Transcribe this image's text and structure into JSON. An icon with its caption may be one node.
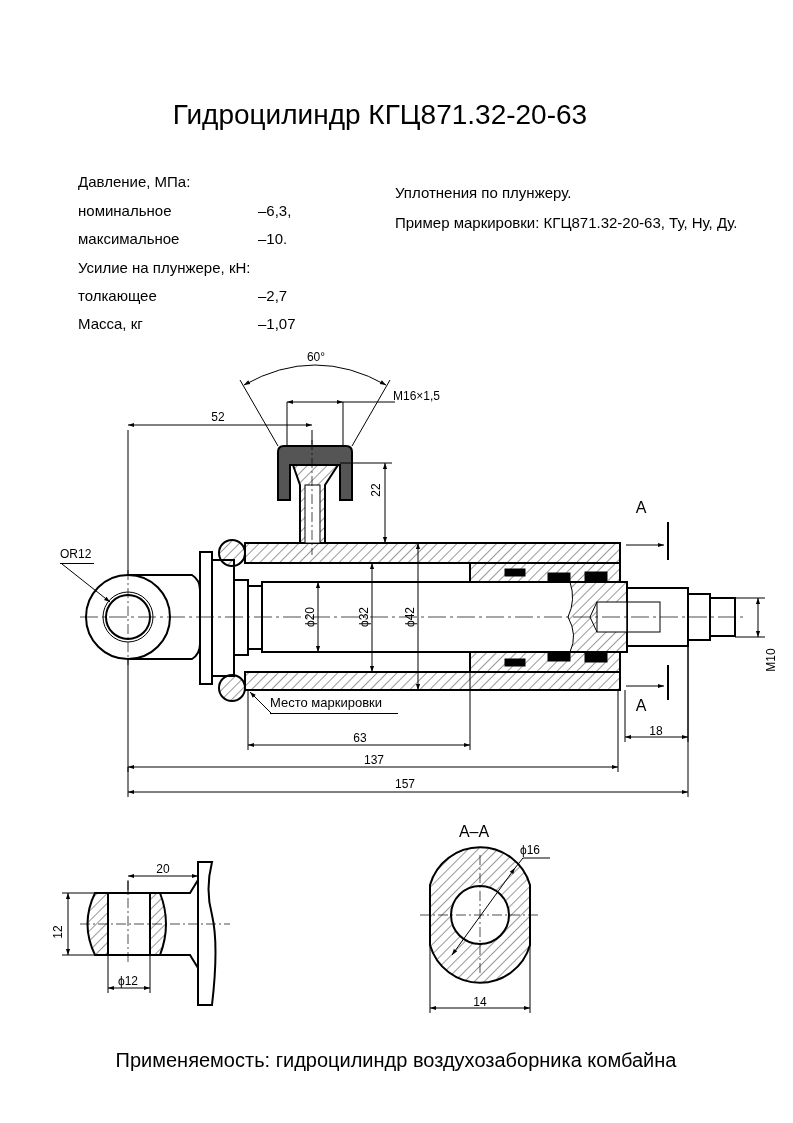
{
  "diagram": {
    "title": "Гидроцилиндр КГЦ871.32-20-63",
    "caption": "Применяемость: гидроцилиндр воздухозаборника комбайна",
    "nodes": [
      {
        "text": [
          "Место маркировки"
        ]
      },
      {
        "text": [
          "OR12"
        ]
      }
    ],
    "edges": [
      {
        "from": 0,
        "to": null,
        "arrow": "to"
      },
      {
        "from": 1,
        "to": null,
        "arrow": "to"
      }
    ],
    "labels": [
      "Давление, МПа:",
      "номинальное",
      "–6,3,",
      "максимальное",
      "–10.",
      "Усилие на плунжере, кН:",
      "толкающее",
      "–2,7",
      "Масса, кг",
      "–1,07",
      "Уплотнения по плунжеру.",
      "Пример маркировки: КГЦ871.32-20-63, Ту, Ну, Ду.",
      "60°",
      "М16×1,5",
      "52",
      "22",
      "А",
      "ϕ20",
      "ϕ32",
      "ϕ42",
      "М10",
      "А",
      "18",
      "63",
      "137",
      "157",
      "20",
      "12",
      "ϕ12",
      "А–А",
      "ϕ16",
      "14"
    ]
  }
}
